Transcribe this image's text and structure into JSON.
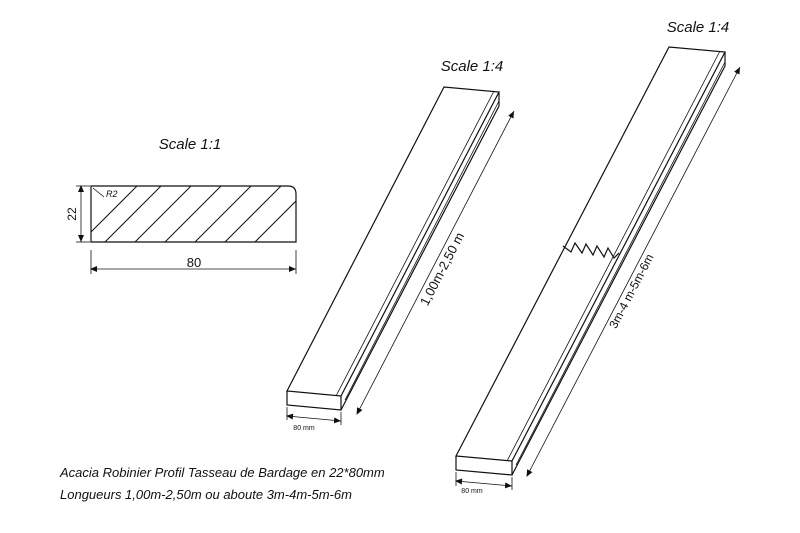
{
  "scales": {
    "profile": "Scale 1:1",
    "short_board": "Scale 1:4",
    "long_board": "Scale 1:4"
  },
  "profile": {
    "height_label": "22",
    "width_label": "80",
    "radius_label": "R2"
  },
  "short_board": {
    "length_label": "1,00m-2,50 m",
    "width_label": "80 mm"
  },
  "long_board": {
    "length_label": "3m-4 m-5m-6m",
    "width_label": "80 mm"
  },
  "caption": {
    "line1": "Acacia Robinier Profil Tasseau de Bardage en 22*80mm",
    "line2": "Longueurs 1,00m-2,50m ou aboute 3m-4m-5m-6m"
  }
}
